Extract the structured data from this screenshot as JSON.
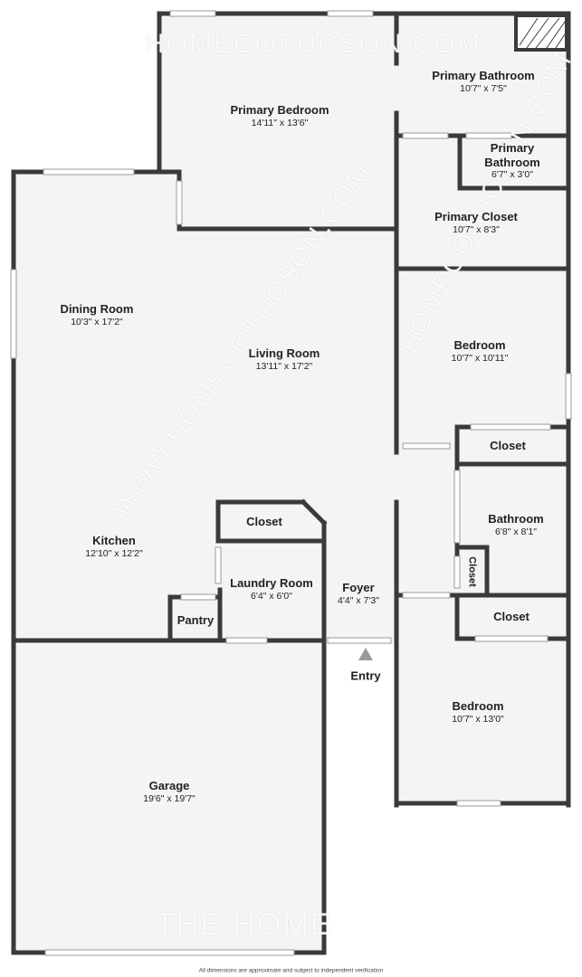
{
  "rooms": {
    "primary_bedroom": {
      "name": "Primary Bedroom",
      "dims": "14'11\" x 13'6\""
    },
    "primary_bathroom": {
      "name": "Primary Bathroom",
      "dims": "10'7\" x 7'5\""
    },
    "primary_bathroom_small": {
      "name": "Primary Bathroom",
      "name_line1": "Primary",
      "name_line2": "Bathroom",
      "dims": "6'7\" x 3'0\""
    },
    "primary_closet": {
      "name": "Primary Closet",
      "dims": "10'7\" x 8'3\""
    },
    "dining_room": {
      "name": "Dining Room",
      "dims": "10'3\" x 17'2\""
    },
    "living_room": {
      "name": "Living Room",
      "dims": "13'11\" x 17'2\""
    },
    "bedroom_1": {
      "name": "Bedroom",
      "dims": "10'7\" x 10'11\""
    },
    "closet_1": {
      "name": "Closet"
    },
    "bathroom": {
      "name": "Bathroom",
      "dims": "6'8\" x 8'1\""
    },
    "closet_small": {
      "name": "Closet"
    },
    "closet_2": {
      "name": "Closet"
    },
    "kitchen": {
      "name": "Kitchen",
      "dims": "12'10\" x 12'2\""
    },
    "closet_laundry": {
      "name": "Closet"
    },
    "laundry_room": {
      "name": "Laundry Room",
      "dims": "6'4\" x 6'0\""
    },
    "pantry": {
      "name": "Pantry"
    },
    "foyer": {
      "name": "Foyer",
      "dims": "4'4\" x 7'3\""
    },
    "bedroom_2": {
      "name": "Bedroom",
      "dims": "10'7\" x 13'0\""
    },
    "garage": {
      "name": "Garage",
      "dims": "19'6\" x 19'7\""
    }
  },
  "entry_label": "Entry",
  "footer_note": "All dimensions are approximate and subject to independent verification",
  "watermarks": {
    "top": "HOMECOTUCSON.COM",
    "diagonal_1": "WWW.HOMECOTUCSON.COM",
    "diagonal_2": "HOMECOTUCSON.COM",
    "bottom": "THE HOME"
  },
  "colors": {
    "wall": "#3a3a3a",
    "floor": "#f4f4f4",
    "window": "#ffffff"
  }
}
